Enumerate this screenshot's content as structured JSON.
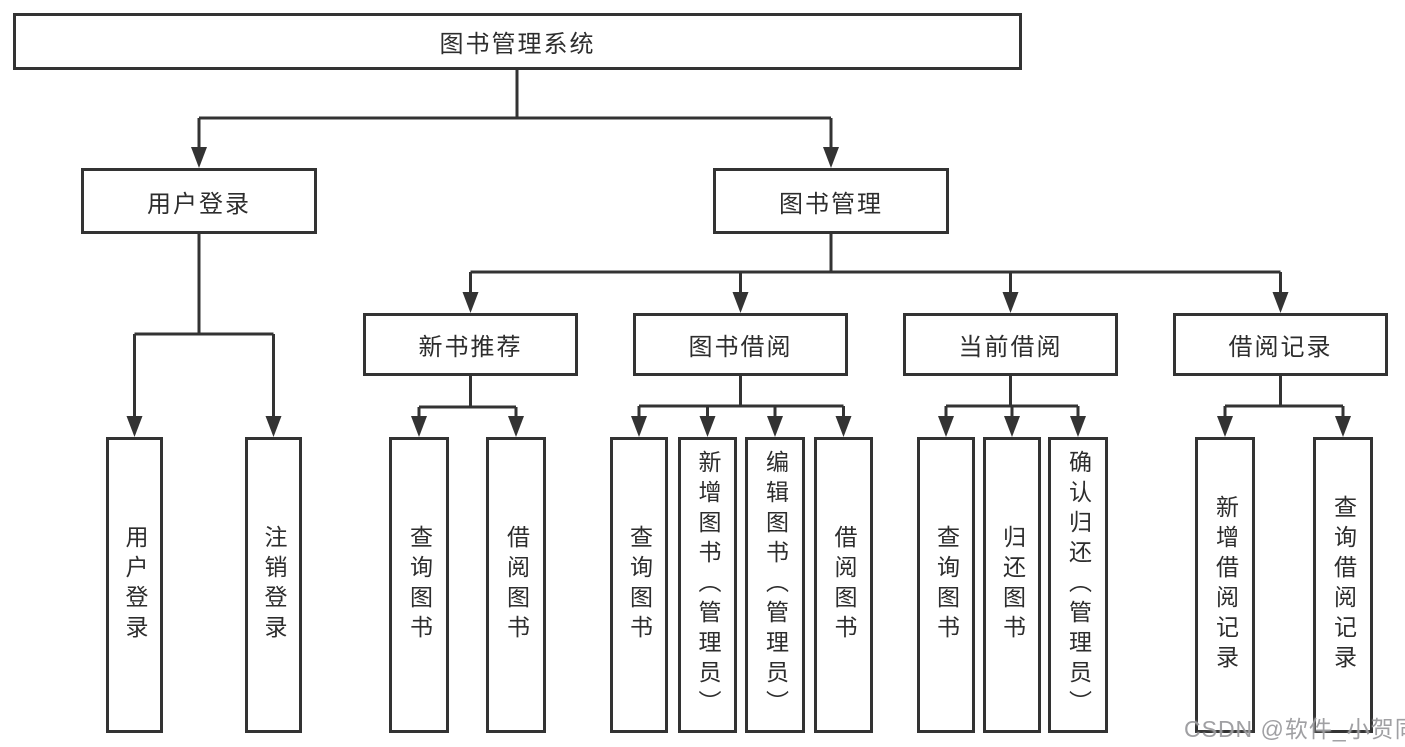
{
  "tree": {
    "root": "图书管理系统",
    "user_login": "用户登录",
    "book_management": "图书管理",
    "new_book_recommend": "新书推荐",
    "book_borrowing": "图书借阅",
    "current_borrowing": "当前借阅",
    "borrowing_records": "借阅记录",
    "leaf_user_login": "用户登录",
    "leaf_logout": "注销登录",
    "nb_query_books": "查询图书",
    "nb_borrow_books": "借阅图书",
    "bb_query_books": "查询图书",
    "bb_add_books_admin": "新增图书（管理员）",
    "bb_edit_books_admin": "编辑图书（管理员）",
    "bb_borrow_books": "借阅图书",
    "cb_query_books": "查询图书",
    "cb_return_books": "归还图书",
    "cb_confirm_return_admin": "确认归还（管理员）",
    "br_add_record": "新增借阅记录",
    "br_query_record": "查询借阅记录"
  },
  "watermark": "CSDN @软件_小贺同学",
  "colors": {
    "line": "#333333",
    "border": "#333333",
    "text": "#2d2d2d",
    "background": "#ffffff",
    "watermark": "#98989b"
  }
}
